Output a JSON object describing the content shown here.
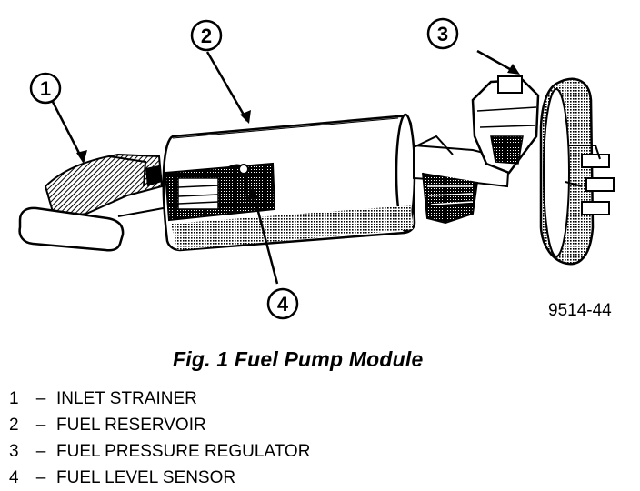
{
  "diagram": {
    "callouts": [
      {
        "number": "1"
      },
      {
        "number": "2"
      },
      {
        "number": "3"
      },
      {
        "number": "4"
      }
    ],
    "reference_code": "9514-44",
    "figure_title": "Fig. 1 Fuel Pump Module",
    "legend": [
      {
        "number": "1",
        "separator": "–",
        "label": "INLET STRAINER"
      },
      {
        "number": "2",
        "separator": "–",
        "label": "FUEL RESERVOIR"
      },
      {
        "number": "3",
        "separator": "–",
        "label": "FUEL PRESSURE REGULATOR"
      },
      {
        "number": "4",
        "separator": "–",
        "label": "FUEL LEVEL SENSOR"
      }
    ]
  }
}
